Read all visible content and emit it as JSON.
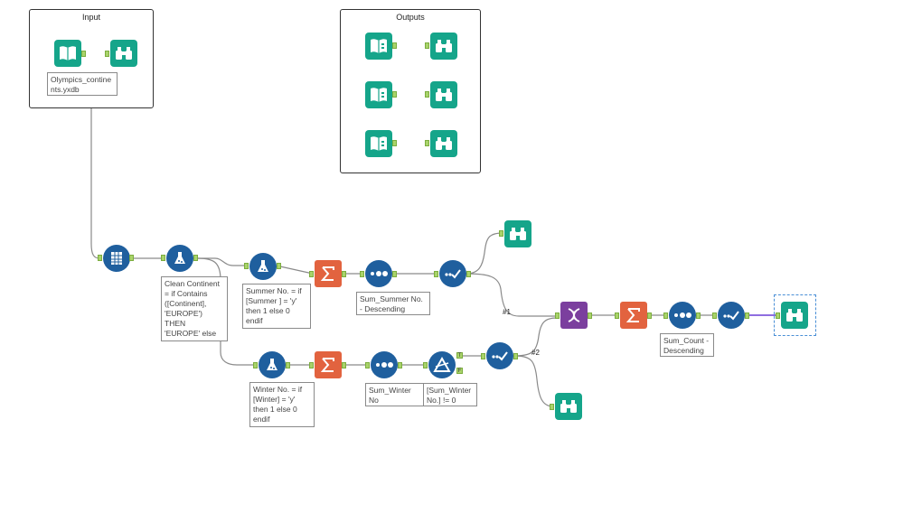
{
  "containers": {
    "input": {
      "title": "Input"
    },
    "outputs": {
      "title": "Outputs"
    }
  },
  "annotations": {
    "input_file": "Olympics_contine\nnts.yxdb",
    "clean_continent": "Clean Continent\n= if Contains\n([Continent],\n'EUROPE') THEN\n'EUROPE' else\n[Contine...",
    "summer_formula": "Summer No. = if\n[Summer ] = 'y'\nthen 1 else 0\nendif",
    "winter_formula": "Winter No. = if\n[Winter] = 'y'\nthen 1 else 0\nendif",
    "sort_summer": "Sum_Summer No.\n- Descending",
    "sort_winter": "Sum_Winter No\nDescending",
    "filter_winter": "[Sum_Winter\nNo.] != 0",
    "sort_count": "Sum_Count -\nDescending"
  },
  "connection_labels": {
    "union_1": "#1",
    "union_2": "#2"
  },
  "filter_anchors": {
    "true": "T",
    "false": "F"
  },
  "colors": {
    "teal": "#15a58a",
    "blue": "#1f5f9e",
    "orange": "#e2633f",
    "purple": "#7b3f9e",
    "anchor": "#a9d36a",
    "connector": "#8a8a8a",
    "selected_connector": "#6a3fd6"
  },
  "icons": {
    "input": "book-icon",
    "browse": "binoculars-icon",
    "select": "grid-checklist-icon",
    "formula": "flask-icon",
    "summarize": "sigma-icon",
    "sort": "dots-icon",
    "sample": "checkmark-dots-icon",
    "filter": "triangle-filter-icon",
    "union": "dna-union-icon"
  }
}
